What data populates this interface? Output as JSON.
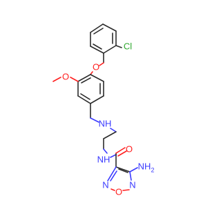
{
  "molecule": {
    "atoms": {
      "cl": "Cl",
      "ether_o": "O",
      "methoxy_o": "O",
      "amine_nh": "NH",
      "amide_nh": "NH",
      "carbonyl_o": "O",
      "nh2": "NH",
      "nh2_sub": "2",
      "ring_n_right": "N",
      "ring_n_left": "N",
      "ring_o": "O"
    },
    "colors": {
      "carbon_bond": "#2b2b2b",
      "nitrogen": "#3a3aff",
      "oxygen": "#ff1f1f",
      "chlorine": "#2ea82e"
    }
  }
}
